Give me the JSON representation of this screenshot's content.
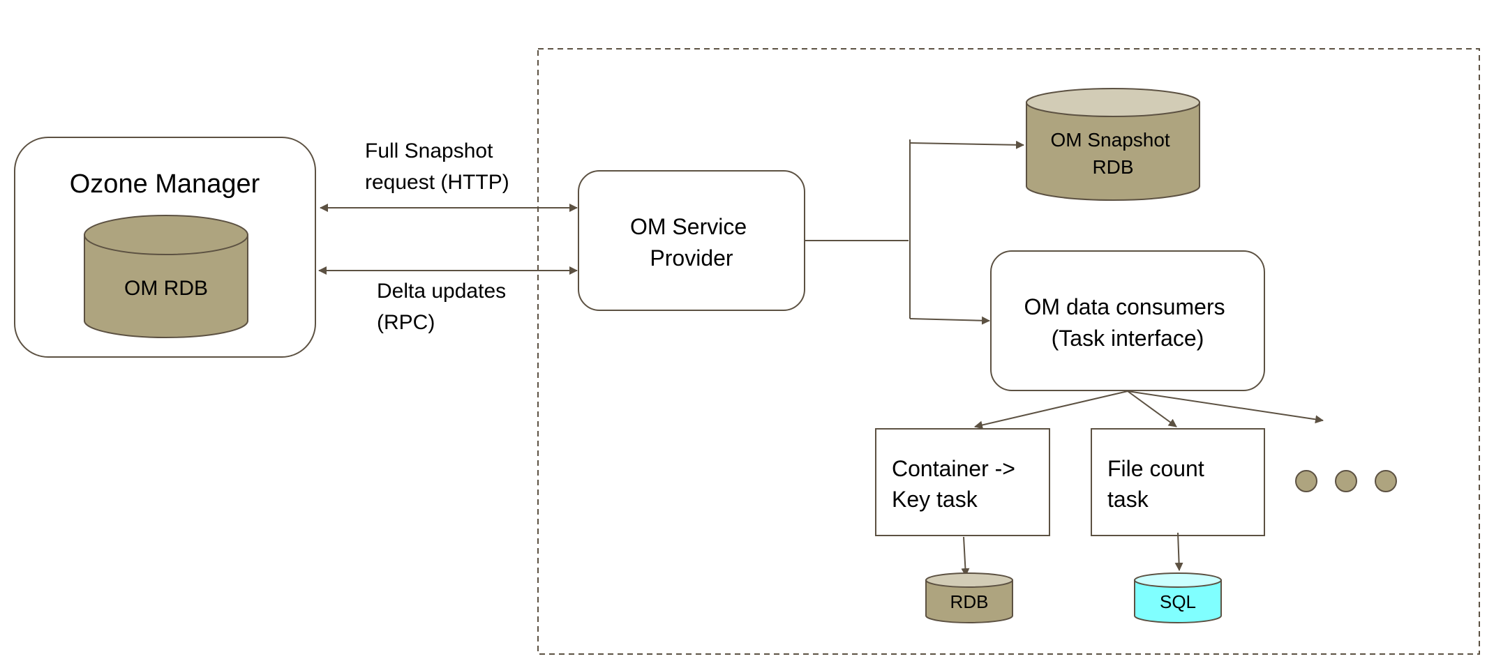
{
  "colors": {
    "stroke": "#5c5142",
    "db_fill": "#aea47f",
    "db_top": "#d2ccb6",
    "sql_fill": "#80ffff",
    "sql_top": "#ccffff",
    "dashed_border": "#5c5142",
    "text": "#000000"
  },
  "ozone_manager": {
    "title": "Ozone Manager",
    "db_label": "OM RDB"
  },
  "links": {
    "full_snapshot": [
      "Full Snapshot",
      "request (HTTP)"
    ],
    "delta_updates": [
      "Delta updates",
      "(RPC)"
    ]
  },
  "om_service_provider": {
    "label": [
      "OM Service",
      "Provider"
    ]
  },
  "om_snapshot_db": {
    "label": [
      "OM Snapshot",
      "RDB"
    ]
  },
  "om_data_consumers": {
    "label": [
      "OM data consumers",
      "(Task interface)"
    ]
  },
  "tasks": [
    {
      "label": [
        "Container ->",
        "Key task"
      ],
      "store_label": "RDB",
      "store_type": "rdb-db-icon"
    },
    {
      "label": [
        "File count",
        "task"
      ],
      "store_label": "SQL",
      "store_type": "sql-db-icon"
    }
  ],
  "more_tasks_icon": "ellipsis-dots-icon"
}
